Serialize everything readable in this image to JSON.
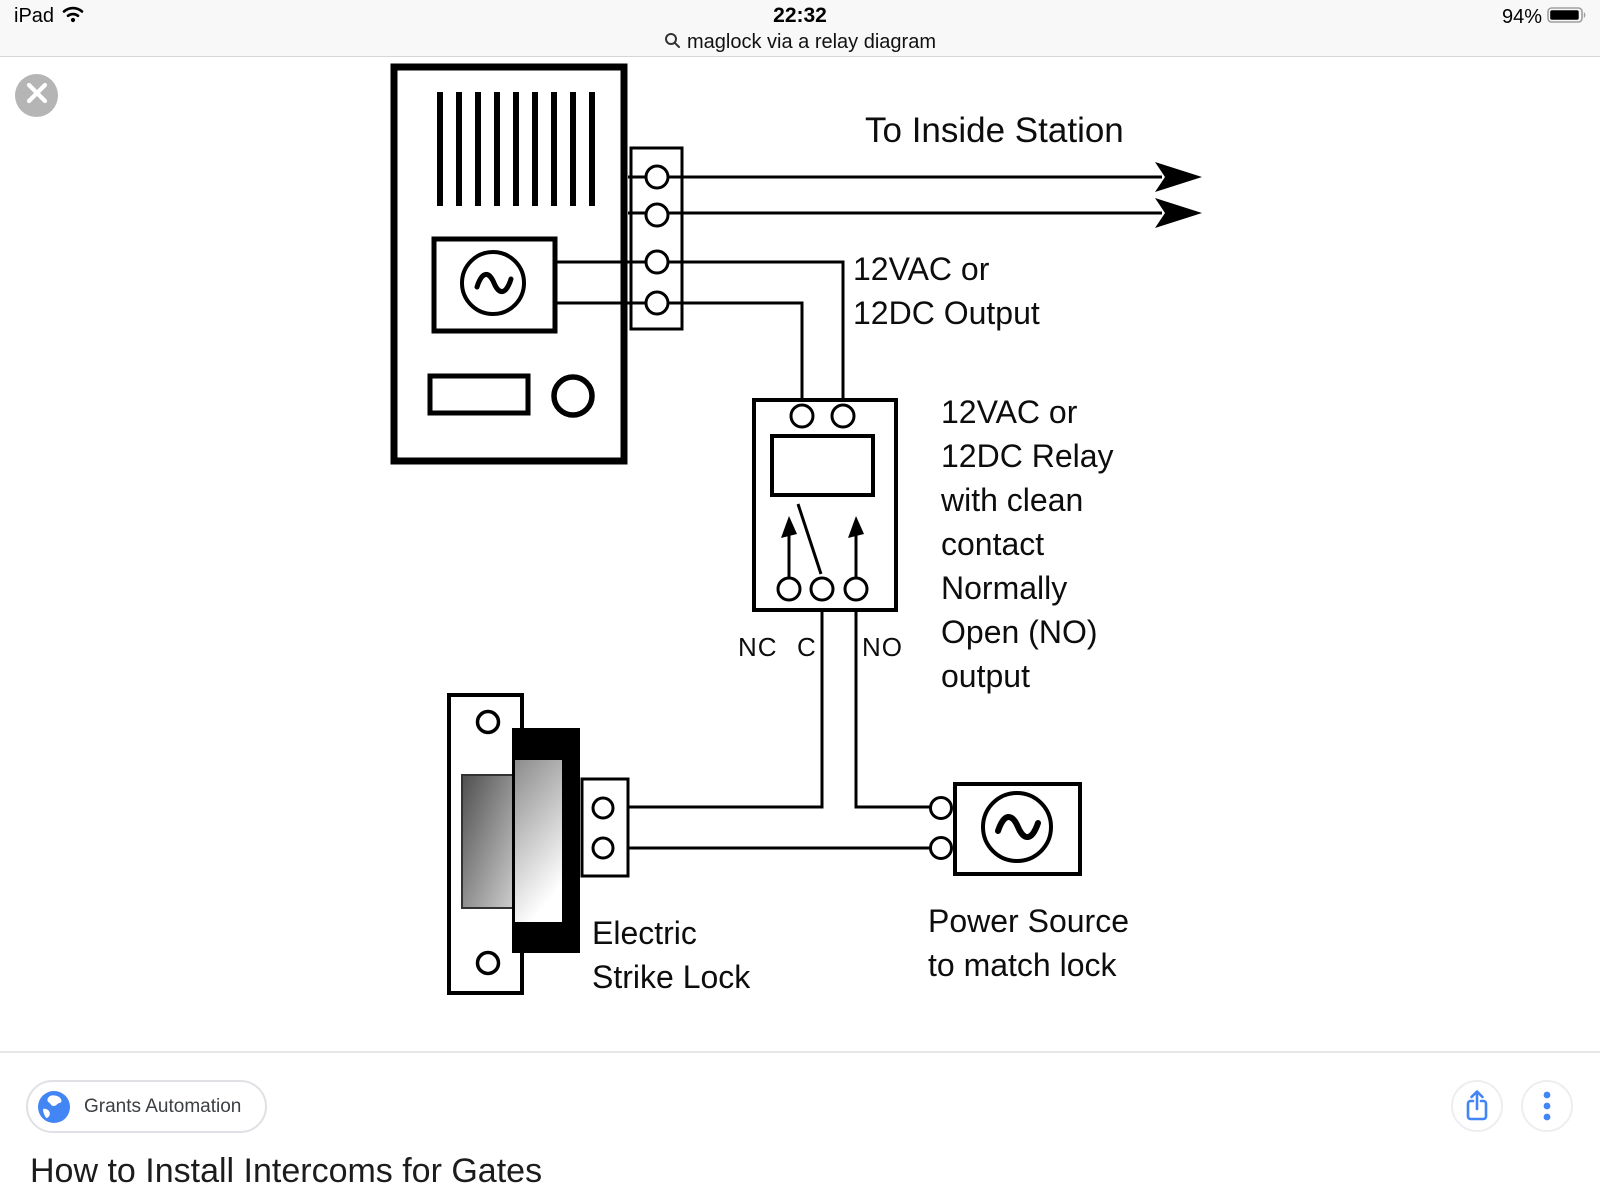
{
  "status_bar": {
    "device": "iPad",
    "time": "22:32",
    "search_query": "maglock via a relay diagram",
    "battery_percent": "94%"
  },
  "diagram": {
    "labels": {
      "to_inside_station": "To Inside Station",
      "output": "12VAC or\n12DC Output",
      "relay": "12VAC or\n12DC Relay\nwith clean\ncontact\nNormally\nOpen (NO)\noutput",
      "nc": "NC",
      "c": "C",
      "no": "NO",
      "strike": "Electric\nStrike Lock",
      "power": "Power Source\nto match lock"
    }
  },
  "footer": {
    "source_label": "Grants Automation",
    "title": "How to Install Intercoms for Gates"
  },
  "icons": {
    "search": "magnifier",
    "wifi": "wifi-arcs",
    "battery": "battery-94",
    "close": "x-circle",
    "globe": "blue-globe",
    "share": "share-up-arrow",
    "more": "three-dots-vertical"
  },
  "colors": {
    "accent_blue": "#4285f4",
    "diagram_ink": "#000000"
  }
}
